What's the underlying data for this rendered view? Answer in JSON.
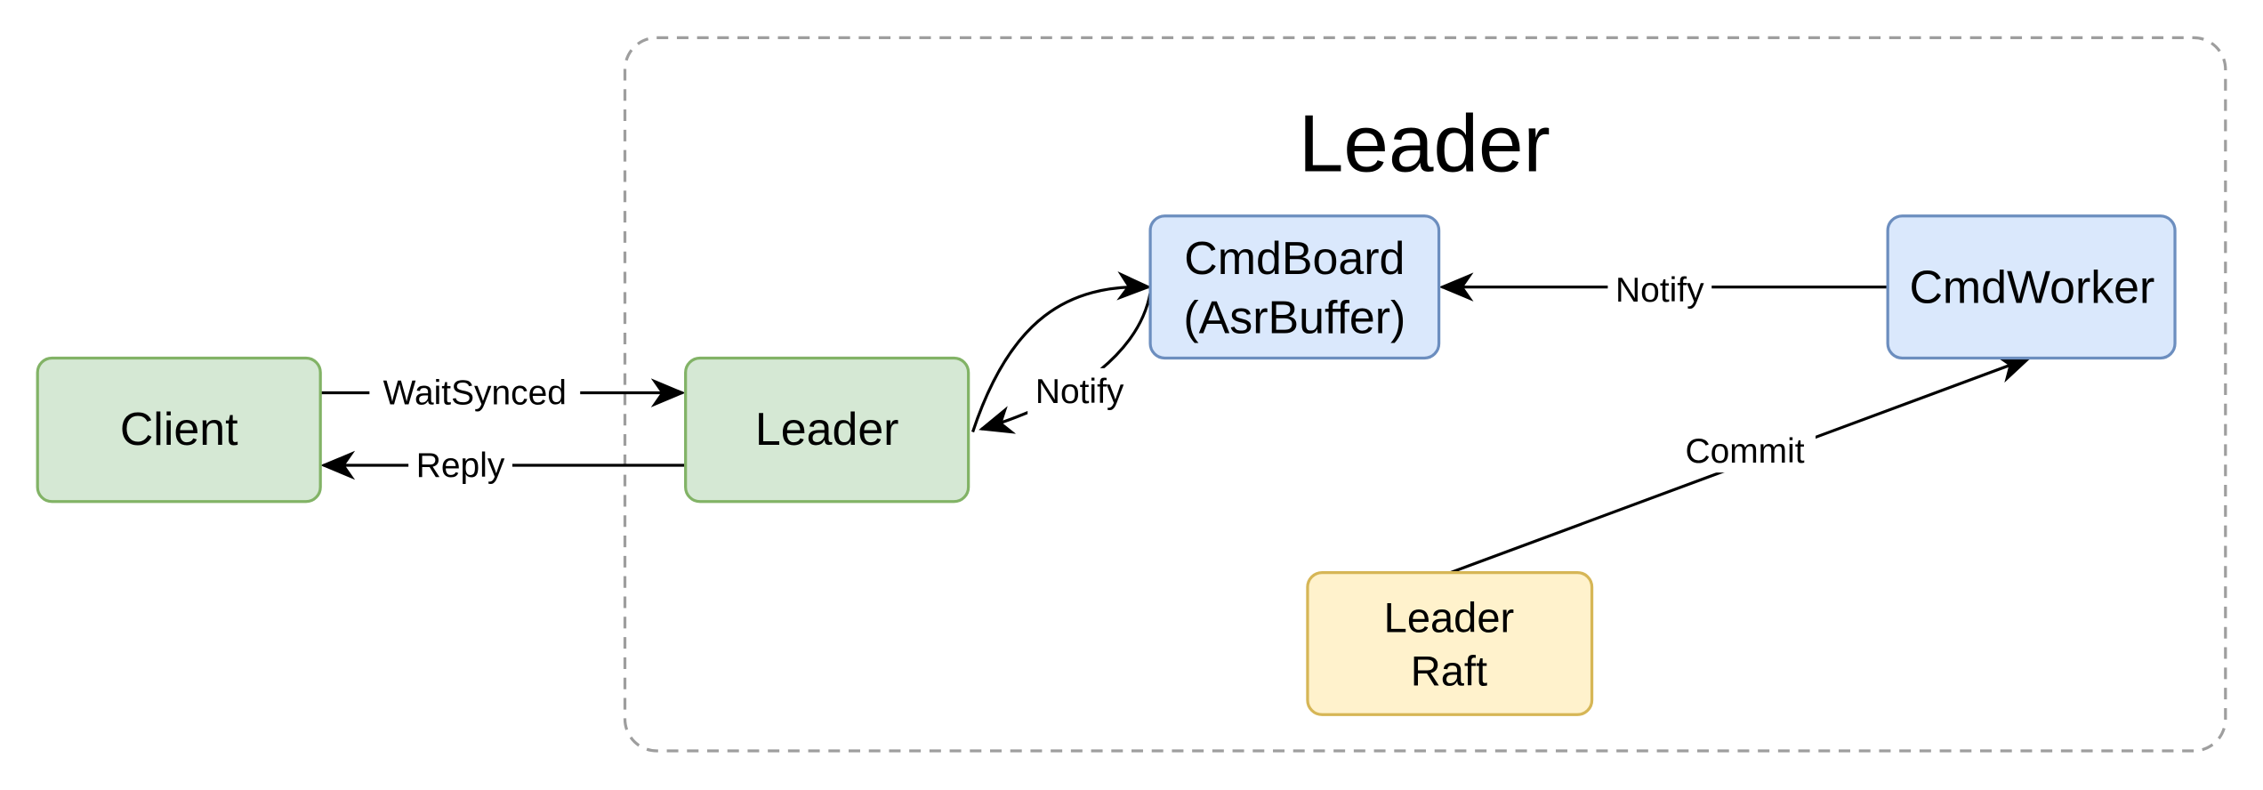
{
  "colors": {
    "green_fill": "#d5e8d4",
    "green_stroke": "#82b366",
    "blue_fill": "#dae8fc",
    "blue_stroke": "#6c8ebf",
    "yellow_fill": "#fff2cc",
    "yellow_stroke": "#d6b656",
    "group_stroke": "#9e9e9e",
    "edge": "#000000"
  },
  "group": {
    "title": "Leader"
  },
  "nodes": {
    "client": {
      "label": "Client"
    },
    "leader": {
      "label": "Leader"
    },
    "cmdboard": {
      "line1": "CmdBoard",
      "line2": "(AsrBuffer)"
    },
    "cmdworker": {
      "label": "CmdWorker"
    },
    "leader_raft": {
      "line1": "Leader",
      "line2": "Raft"
    }
  },
  "edges": {
    "wait_synced": {
      "label": "WaitSynced"
    },
    "reply": {
      "label": "Reply"
    },
    "notify_board_to_leader": {
      "label": "Notify"
    },
    "notify_worker_to_board": {
      "label": "Notify"
    },
    "commit": {
      "label": "Commit"
    }
  }
}
